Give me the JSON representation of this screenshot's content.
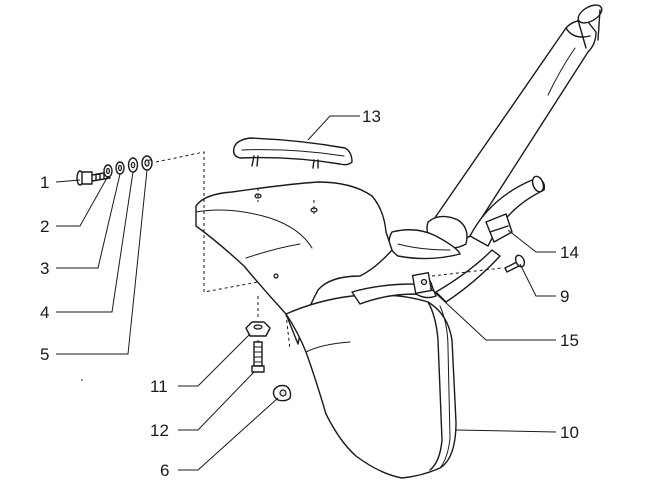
{
  "callouts": [
    {
      "key": "c1",
      "label": "1"
    },
    {
      "key": "c2",
      "label": "2"
    },
    {
      "key": "c3",
      "label": "3"
    },
    {
      "key": "c4",
      "label": "4"
    },
    {
      "key": "c5",
      "label": "5"
    },
    {
      "key": "c6",
      "label": "6"
    },
    {
      "key": "c9",
      "label": "9"
    },
    {
      "key": "c10",
      "label": "10"
    },
    {
      "key": "c11",
      "label": "11"
    },
    {
      "key": "c12",
      "label": "12"
    },
    {
      "key": "c13",
      "label": "13"
    },
    {
      "key": "c14",
      "label": "14"
    },
    {
      "key": "c15",
      "label": "15"
    }
  ],
  "colors": {
    "ink": "#1a1a1a",
    "background": "#ffffff",
    "shade": "#e6e6e6"
  }
}
